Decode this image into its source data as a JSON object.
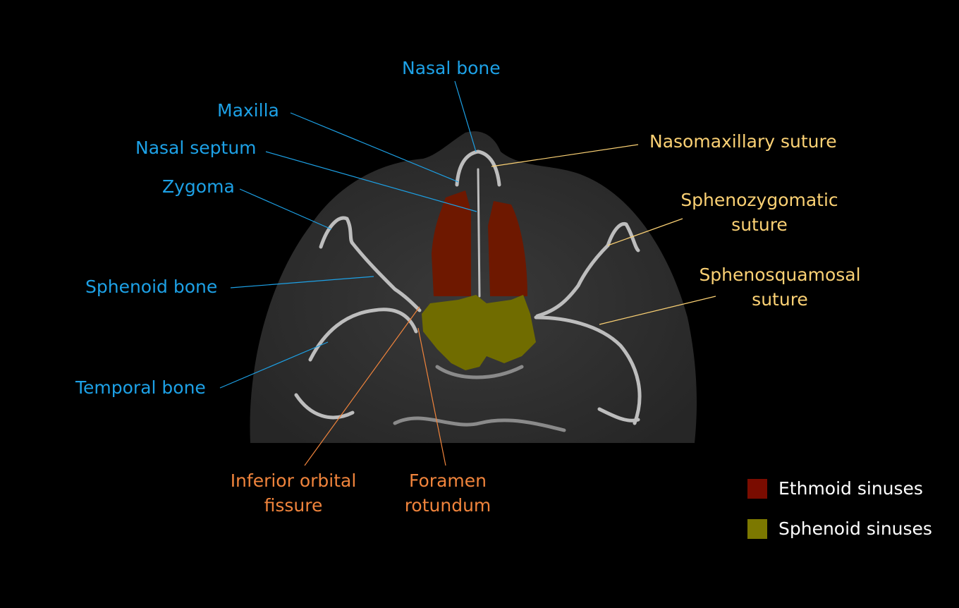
{
  "labels": {
    "nasal_bone": "Nasal bone",
    "maxilla": "Maxilla",
    "nasal_septum": "Nasal septum",
    "zygoma": "Zygoma",
    "sphenoid_bone": "Sphenoid bone",
    "temporal_bone": "Temporal bone",
    "nasomaxillary_suture": "Nasomaxillary suture",
    "sphenozygomatic_suture_1": "Sphenozygomatic",
    "sphenozygomatic_suture_2": "suture",
    "sphenosquamosal_suture_1": "Sphenosquamosal",
    "sphenosquamosal_suture_2": "suture",
    "inferior_orbital_fissure_1": "Inferior orbital",
    "inferior_orbital_fissure_2": "fissure",
    "foramen_rotundum_1": "Foramen",
    "foramen_rotundum_2": "rotundum"
  },
  "legend": [
    {
      "label": "Ethmoid sinuses",
      "color": "#7a0c00"
    },
    {
      "label": "Sphenoid sinuses",
      "color": "#7c7800"
    }
  ],
  "colors": {
    "bone_label": "#1da1e6",
    "suture_label": "#fbd174",
    "fissure_label": "#f0843c"
  }
}
